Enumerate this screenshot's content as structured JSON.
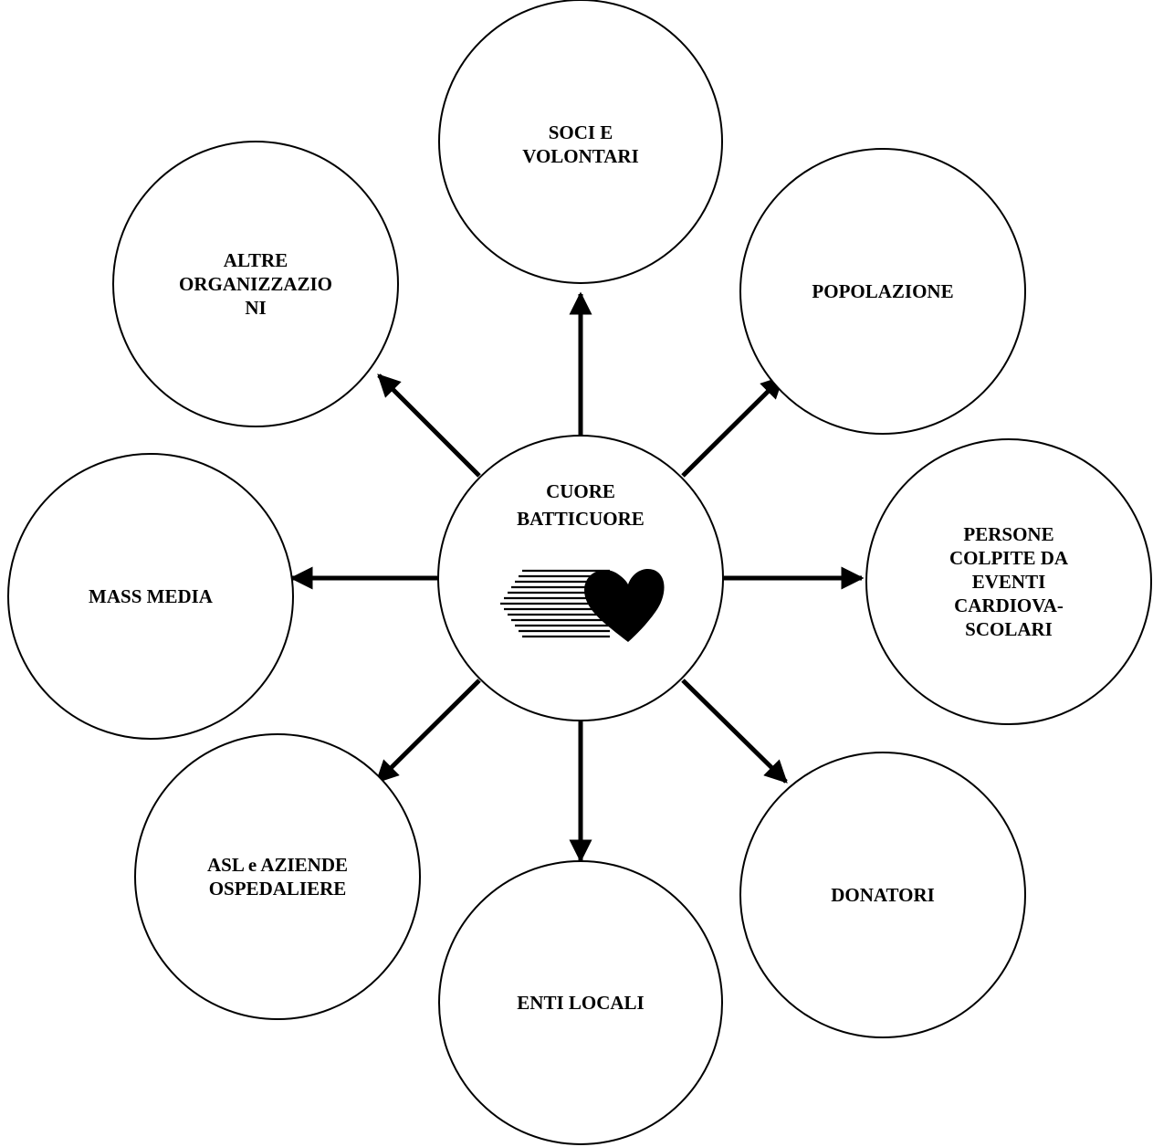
{
  "colors": {
    "stroke": "#000000",
    "background": "#ffffff"
  },
  "center": {
    "lines": [
      "CUORE",
      "BATTICUORE"
    ],
    "logo": "heart-logo-icon"
  },
  "nodes": [
    {
      "id": "soci",
      "lines": [
        "SOCI  E",
        "VOLONTARI"
      ]
    },
    {
      "id": "popolazione",
      "lines": [
        "POPOLAZIONE"
      ]
    },
    {
      "id": "persone",
      "lines": [
        "PERSONE",
        "COLPITE DA",
        "EVENTI",
        "CARDIOVA-",
        "SCOLARI"
      ]
    },
    {
      "id": "donatori",
      "lines": [
        "DONATORI"
      ]
    },
    {
      "id": "enti",
      "lines": [
        "ENTI LOCALI"
      ]
    },
    {
      "id": "asl",
      "lines": [
        "ASL e AZIENDE",
        "OSPEDALIERE"
      ]
    },
    {
      "id": "mass-media",
      "lines": [
        "MASS MEDIA"
      ]
    },
    {
      "id": "altre",
      "lines": [
        "ALTRE",
        "ORGANIZZAZIO",
        "NI"
      ]
    }
  ]
}
